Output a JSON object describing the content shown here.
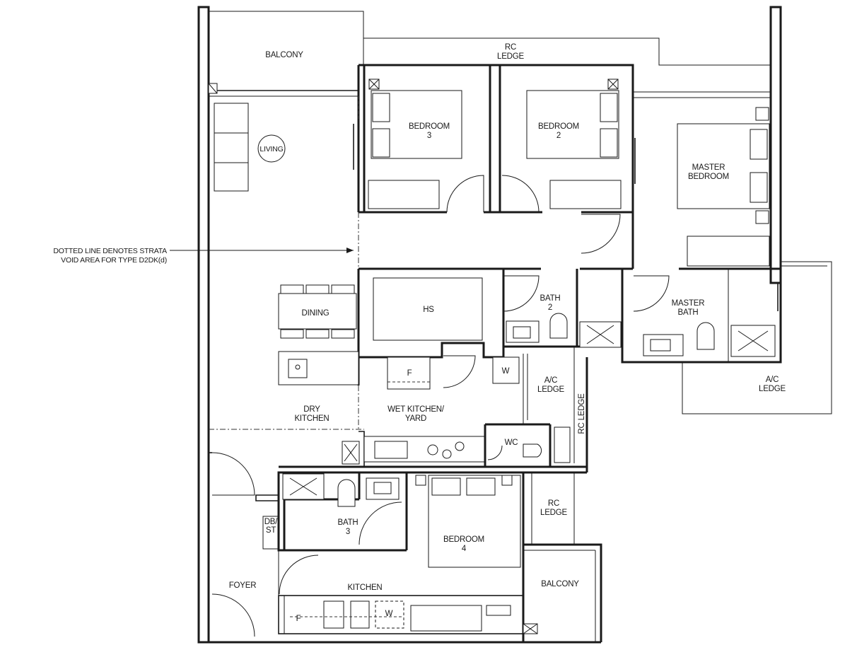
{
  "rooms": {
    "balcony_top": "BALCONY",
    "rc_ledge_top": [
      "RC",
      "LEDGE"
    ],
    "living": "LIVING",
    "bedroom3": [
      "BEDROOM",
      "3"
    ],
    "bedroom2": [
      "BEDROOM",
      "2"
    ],
    "master_bedroom": [
      "MASTER",
      "BEDROOM"
    ],
    "dining": "DINING",
    "hs": "HS",
    "bath2": [
      "BATH",
      "2"
    ],
    "master_bath": [
      "MASTER",
      "BATH"
    ],
    "fridge_wet": "F",
    "washer_wet": "W",
    "ac_ledge_mid": [
      "A/C",
      "LEDGE"
    ],
    "ac_ledge_right": [
      "A/C",
      "LEDGE"
    ],
    "rc_ledge_vertical": "RC LEDGE",
    "dry_kitchen": [
      "DRY",
      "KITCHEN"
    ],
    "wet_kitchen": [
      "WET KITCHEN/",
      "YARD"
    ],
    "wc": "WC",
    "db_st": [
      "DB/",
      "ST"
    ],
    "bath3": [
      "BATH",
      "3"
    ],
    "bedroom4": [
      "BEDROOM",
      "4"
    ],
    "rc_ledge_lower": [
      "RC",
      "LEDGE"
    ],
    "foyer": "FOYER",
    "kitchen": "KITCHEN",
    "balcony_bottom": "BALCONY",
    "fridge_kitchen": "F",
    "washer_kitchen": "W"
  },
  "annotation": {
    "line1": "DOTTED LINE DENOTES STRATA",
    "line2": "VOID AREA FOR TYPE D2DK(d)"
  }
}
